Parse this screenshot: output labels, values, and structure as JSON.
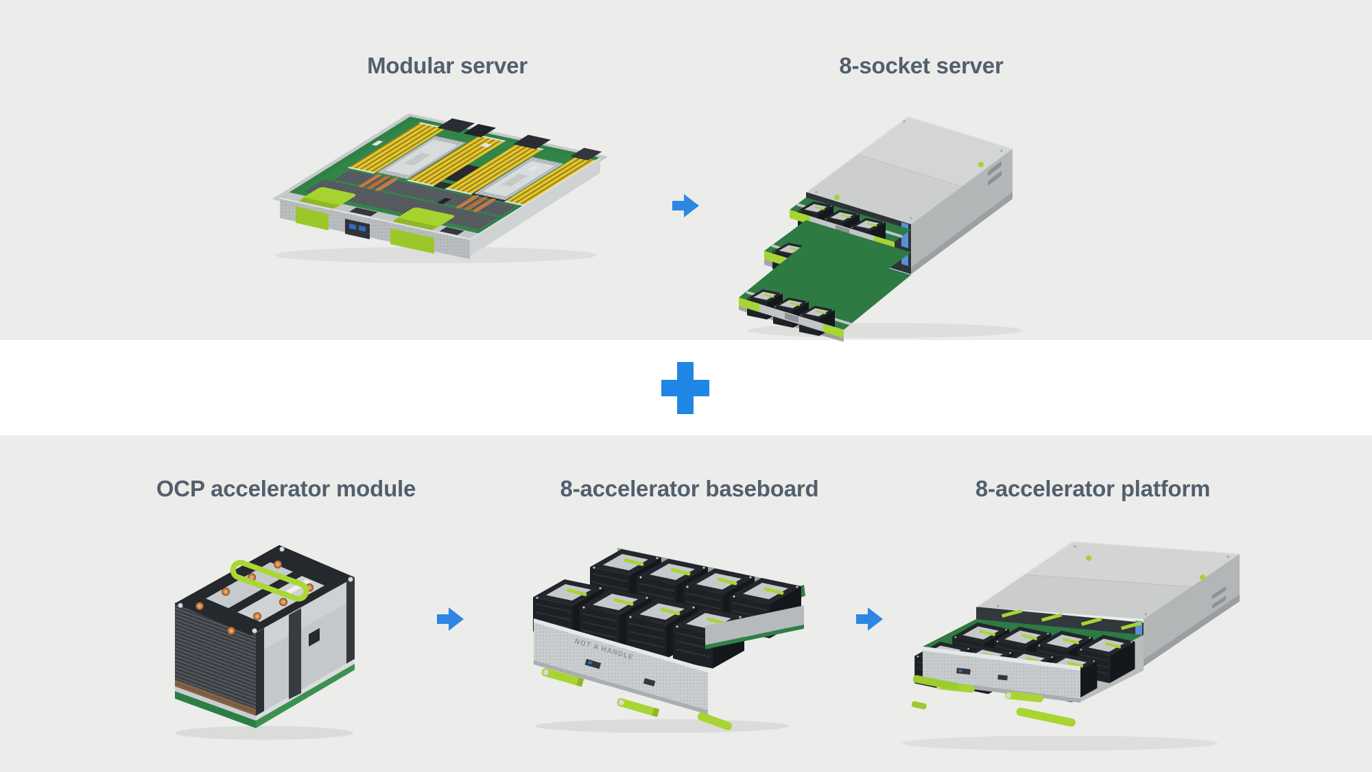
{
  "colors": {
    "background": "#ececeb",
    "middle_band": "#ffffff",
    "accent_blue": "#2e86e2",
    "caption_text": "#525f6c",
    "lime_green": "#a8d531",
    "pcb_green": "#2e8047",
    "dimm_yellow": "#e6c52b",
    "chassis_silver": "#cdcfce"
  },
  "top_row": {
    "modular_server": {
      "label": "Modular server"
    },
    "socket_server": {
      "label": "8-socket server"
    }
  },
  "bottom_row": {
    "ocp_module": {
      "label": "OCP accelerator module"
    },
    "baseboard": {
      "label": "8-accelerator baseboard",
      "front_text": "NOT A HANDLE"
    },
    "platform": {
      "label": "8-accelerator platform"
    }
  },
  "icons": {
    "arrow_top": "right-arrow-icon",
    "arrow_bottom_1": "right-arrow-icon",
    "arrow_bottom_2": "right-arrow-icon",
    "plus": "plus-icon"
  }
}
